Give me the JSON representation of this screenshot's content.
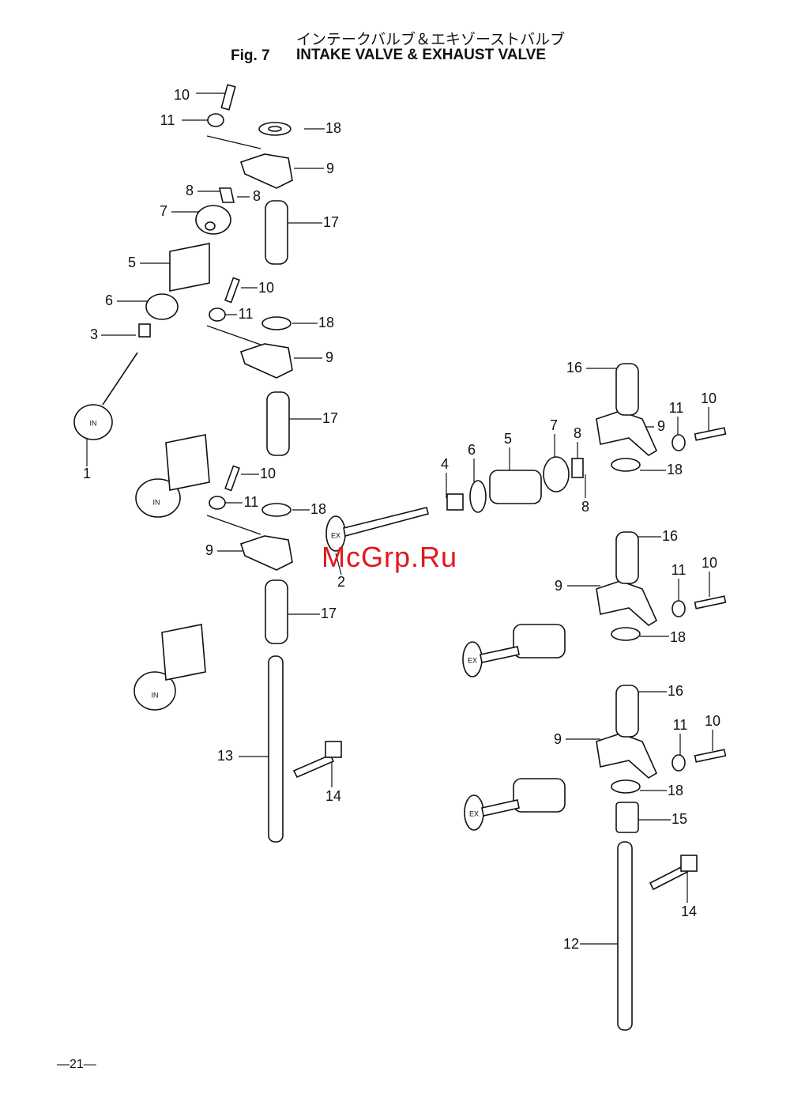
{
  "header": {
    "title_jp": "インテークバルブ＆エキゾーストバルブ",
    "fig_label": "Fig. 7",
    "title_en": "INTAKE VALVE & EXHAUST VALVE"
  },
  "callouts": [
    "1",
    "2",
    "3",
    "5",
    "6",
    "7",
    "8",
    "8",
    "9",
    "10",
    "11",
    "17",
    "18",
    "10",
    "11",
    "18",
    "9",
    "17",
    "10",
    "11",
    "18",
    "9",
    "17",
    "13",
    "14",
    "4",
    "6",
    "5",
    "7",
    "8",
    "8",
    "16",
    "9",
    "11",
    "10",
    "18",
    "16",
    "9",
    "11",
    "10",
    "18",
    "16",
    "9",
    "11",
    "10",
    "18",
    "15",
    "14",
    "12"
  ],
  "valve_marks": {
    "intake": "IN",
    "exhaust": "EX"
  },
  "page_number": "—21—",
  "watermark": "McGrp.Ru"
}
